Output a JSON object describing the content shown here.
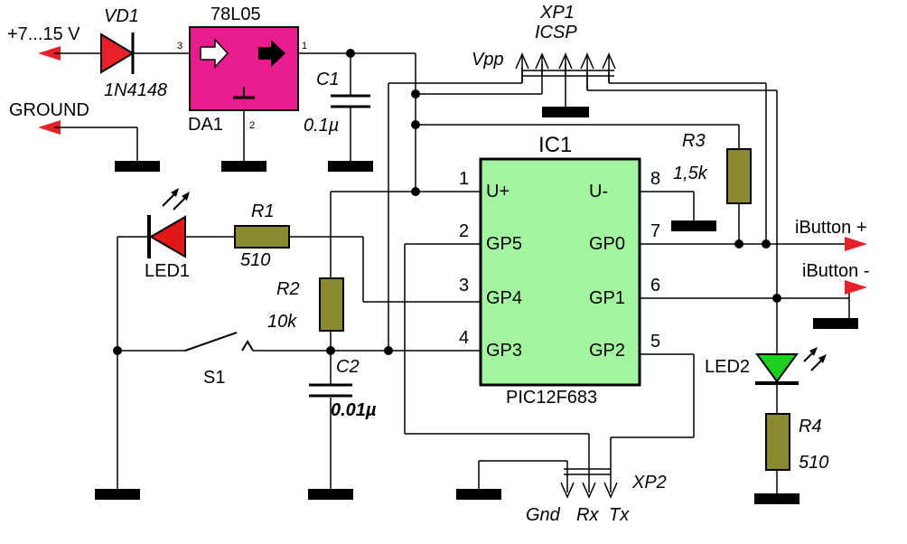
{
  "labels": {
    "supply": "+7...15 V",
    "vd1": "VD1",
    "vd1_type": "1N4148",
    "regulator": "78L05",
    "da1": "DA1",
    "pin3": "3",
    "pin1": "1",
    "pin2": "2",
    "ground": "GROUND",
    "c1": "C1",
    "c1_value": "0.1µ",
    "xp1": "XP1",
    "icsp": "ICSP",
    "vpp": "Vpp",
    "ic1": "IC1",
    "ic_part": "PIC12F683",
    "r3": "R3",
    "r3_value": "1,5k",
    "r1": "R1",
    "r1_value": "510",
    "led1": "LED1",
    "r2": "R2",
    "r2_value": "10k",
    "s1": "S1",
    "c2": "C2",
    "c2_value": "0.01µ",
    "ibutton_plus": "iButton +",
    "ibutton_minus": "iButton -",
    "led2": "LED2",
    "r4": "R4",
    "r4_value": "510",
    "xp2": "XP2",
    "gnd": "Gnd",
    "rx": "Rx",
    "tx": "Tx"
  },
  "ic_pins": {
    "p1_num": "1",
    "p1_name": "U+",
    "p2_num": "2",
    "p2_name": "GP5",
    "p3_num": "3",
    "p3_name": "GP4",
    "p4_num": "4",
    "p4_name": "GP3",
    "p5_num": "5",
    "p5_name": "GP2",
    "p6_num": "6",
    "p6_name": "GP1",
    "p7_num": "7",
    "p7_name": "GP0",
    "p8_num": "8",
    "p8_name": "U-"
  },
  "colors": {
    "arrow_red": "#e8202a",
    "regulator_magenta": "#e81c8c",
    "ic_green": "#a4f5a0",
    "led1_red": "#e01818",
    "led2_green": "#20d020",
    "resistor_olive": "#8a8a2e"
  }
}
